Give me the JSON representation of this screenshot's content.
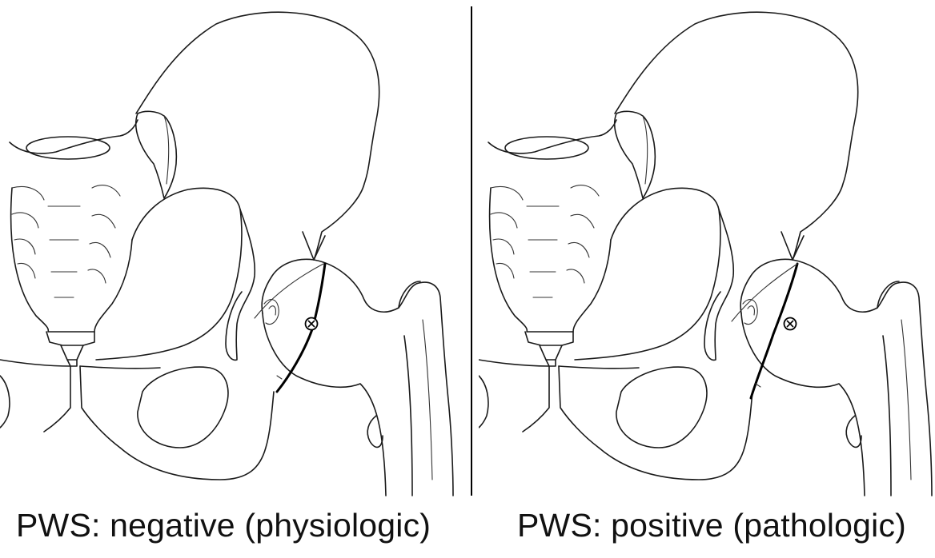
{
  "panels": [
    {
      "caption": "PWS: negative (physiologic)",
      "posterior_wall_sign": "negative",
      "marker_symbol": "center-of-femoral-head-marker"
    },
    {
      "caption": "PWS: positive (pathologic)",
      "posterior_wall_sign": "positive",
      "marker_symbol": "center-of-femoral-head-marker"
    }
  ],
  "colors": {
    "line": "#1a1a1a",
    "background": "#ffffff"
  }
}
